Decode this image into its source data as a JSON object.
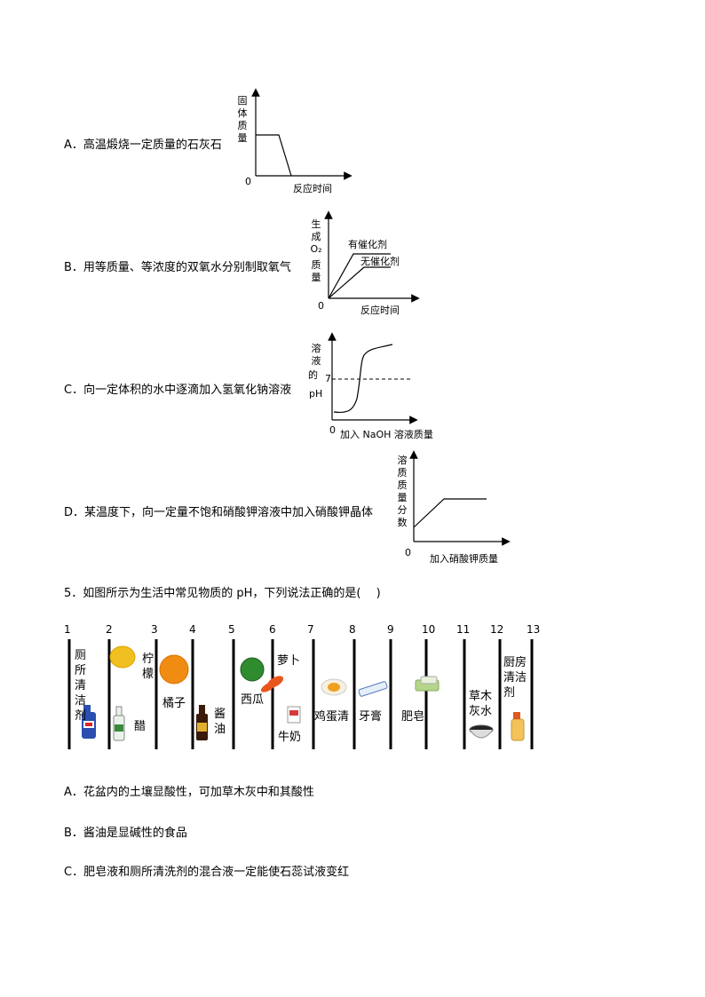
{
  "options": {
    "A": "A．高温煅烧一定质量的石灰石",
    "B": "B．用等质量、等浓度的双氧水分别制取氧气",
    "C": "C．向一定体积的水中逐滴加入氢氧化钠溶液",
    "D": "D．某温度下，向一定量不饱和硝酸钾溶液中加入硝酸钾晶体"
  },
  "graphA": {
    "y_label": "固体质量",
    "x_label": "反应时间",
    "origin": "0"
  },
  "graphB": {
    "y_label_1": "生成",
    "y_label_2": "O₂",
    "y_label_3": "质量",
    "x_label": "反应时间",
    "origin": "0",
    "line1": "有催化剂",
    "line2": "无催化剂"
  },
  "graphC": {
    "y_label_1": "溶液",
    "y_label_2": "的",
    "y_label_3": "pH",
    "x_label": "加入 NaOH 溶液质量",
    "origin": "0",
    "tick": "7"
  },
  "graphD": {
    "y_label": "溶质质量分数",
    "x_label": "加入硝酸钾质量",
    "origin": "0"
  },
  "question5": "5．如图所示为生活中常见物质的 pH，下列说法正确的是(　 )",
  "ph_scale": [
    "1",
    "2",
    "3",
    "4",
    "5",
    "6",
    "7",
    "8",
    "9",
    "10",
    "11",
    "12",
    "13"
  ],
  "items": {
    "toilet": "厕所清洁剂",
    "lemon": "柠檬",
    "vinegar": "醋",
    "orange": "橘子",
    "soy": "酱油",
    "watermelon": "西瓜",
    "carrot": "萝卜",
    "milk": "牛奶",
    "egg": "鸡蛋清",
    "toothpaste": "牙膏",
    "soap": "肥皂",
    "ash": "草木灰水",
    "kitchen": "厨房清洁剂"
  },
  "answers": {
    "A": "A．花盆内的土壤显酸性，可加草木灰中和其酸性",
    "B": "B．酱油是显碱性的食品",
    "C": "C．肥皂液和厕所清洗剂的混合液一定能使石蕊试液变红"
  }
}
